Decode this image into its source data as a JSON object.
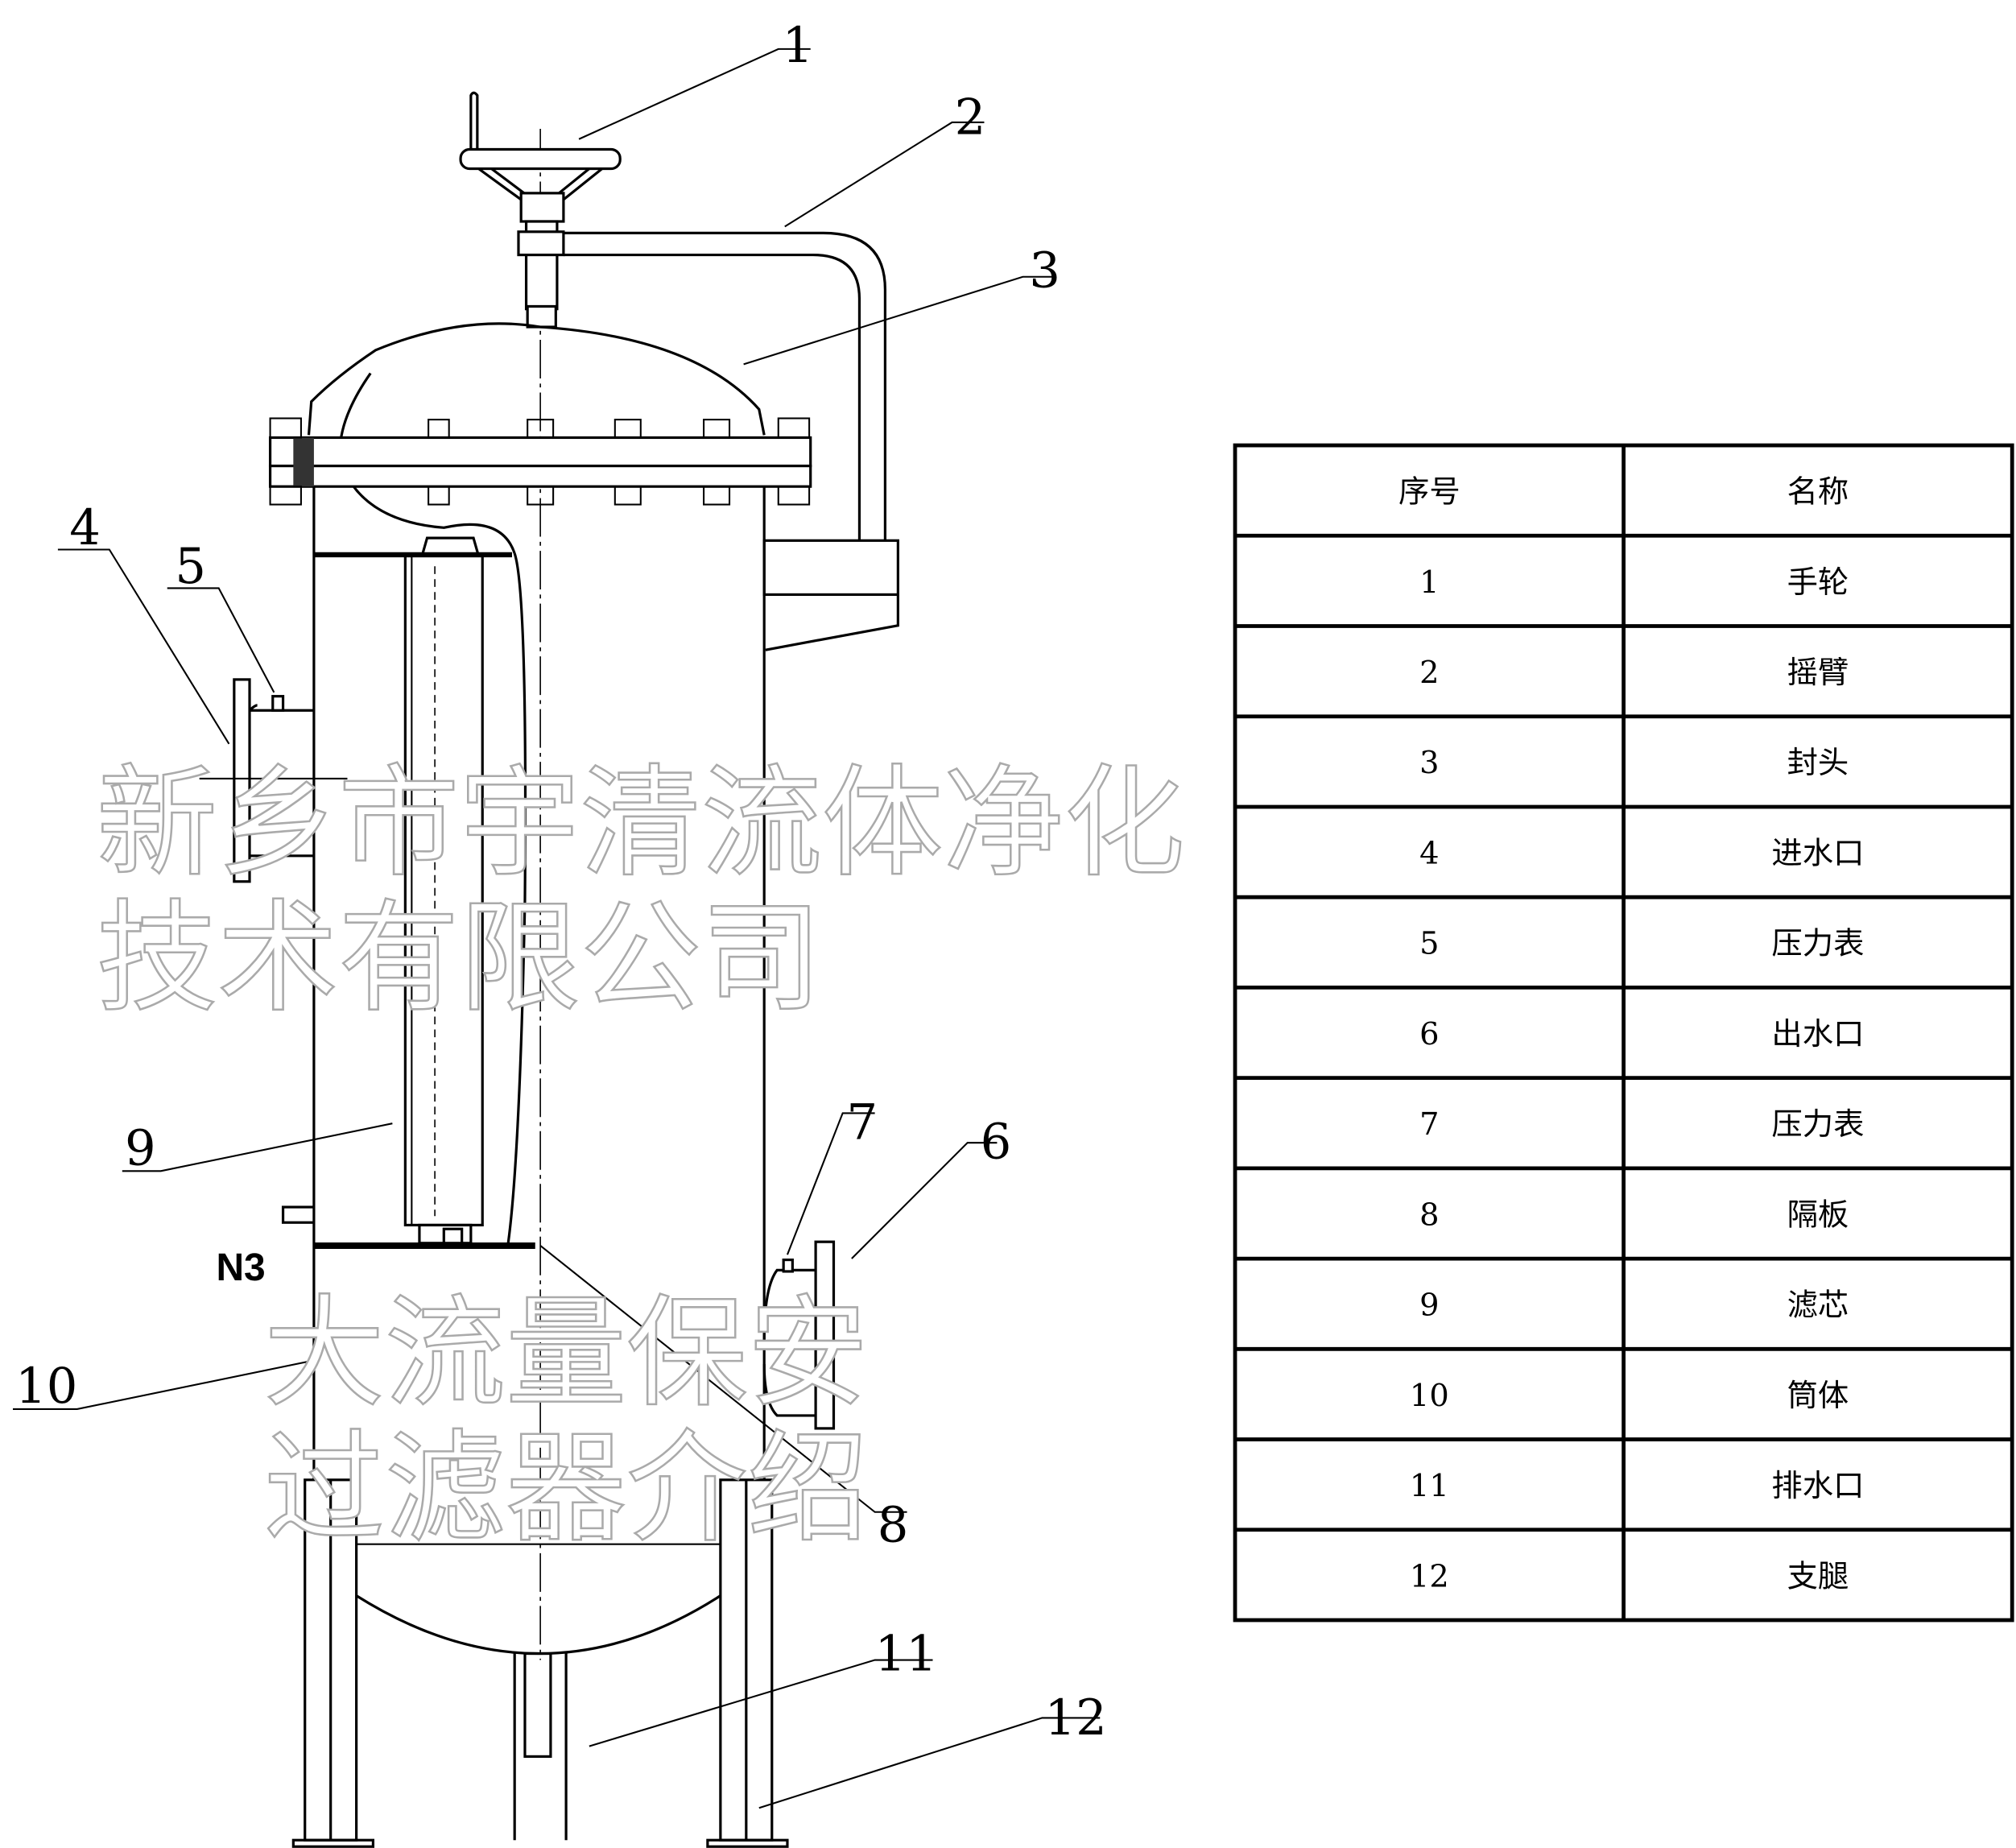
{
  "title": "大流量保安过滤器介绍",
  "watermark_company": "新乡市宇清流体净化技术有限公司",
  "watermark_title": "大流量保安过滤器介绍",
  "callouts": {
    "c1": "1",
    "c2": "2",
    "c3": "3",
    "c4": "4",
    "c5": "5",
    "c6": "6",
    "c7": "7",
    "c8": "8",
    "c9": "9",
    "c10": "10",
    "c11": "11",
    "c12": "12",
    "n3": "N3"
  },
  "parts_table": {
    "headers": [
      "序号",
      "名称"
    ],
    "rows": [
      [
        "1",
        "手轮"
      ],
      [
        "2",
        "摇臂"
      ],
      [
        "3",
        "封头"
      ],
      [
        "4",
        "进水口"
      ],
      [
        "5",
        "压力表"
      ],
      [
        "6",
        "出水口"
      ],
      [
        "7",
        "压力表"
      ],
      [
        "8",
        "隔板"
      ],
      [
        "9",
        "滤芯"
      ],
      [
        "10",
        "筒体"
      ],
      [
        "11",
        "排水口"
      ],
      [
        "12",
        "支腿"
      ]
    ]
  }
}
